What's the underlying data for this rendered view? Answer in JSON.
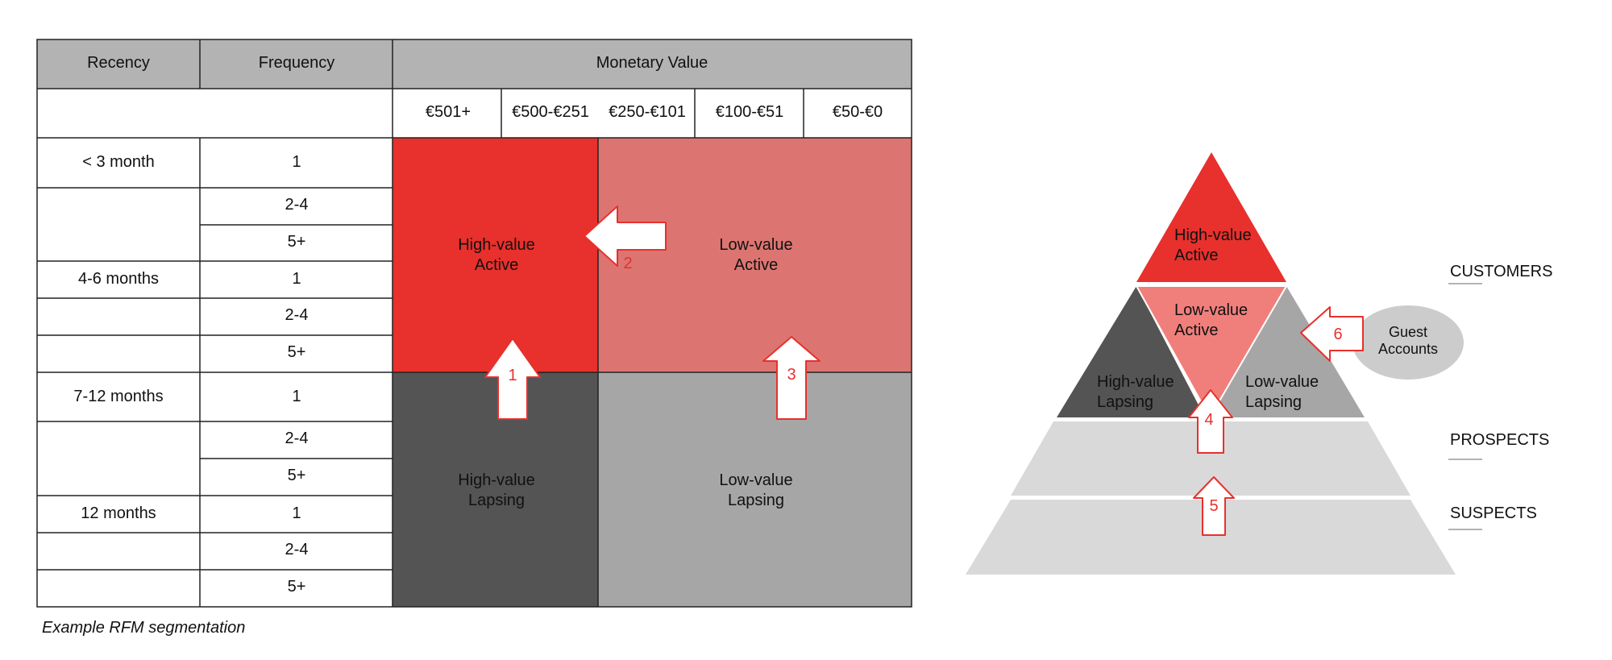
{
  "table": {
    "headers": {
      "recency": "Recency",
      "frequency": "Frequency",
      "monetary": "Monetary Value"
    },
    "monetary_buckets": [
      "€501+",
      "€500-€251",
      "€250-€101",
      "€100-€51",
      "€50-€0"
    ],
    "recency_groups": [
      "< 3 month",
      "4-6 months",
      "7-12 months",
      "12 months"
    ],
    "frequency_values": [
      "1",
      "2-4",
      "5+"
    ]
  },
  "segments": {
    "high_active": [
      "High-value",
      "Active"
    ],
    "low_active": [
      "Low-value",
      "Active"
    ],
    "high_lapsing": [
      "High-value",
      "Lapsing"
    ],
    "low_lapsing": [
      "Low-value",
      "Lapsing"
    ]
  },
  "arrows": [
    "1",
    "2",
    "3",
    "4",
    "5",
    "6"
  ],
  "pyramid": {
    "top": [
      "High-value",
      "Active"
    ],
    "middle": [
      "Low-value",
      "Active"
    ],
    "left": [
      "High-value",
      "Lapsing"
    ],
    "right": [
      "Low-value",
      "Lapsing"
    ],
    "guest": [
      "Guest",
      "Accounts"
    ],
    "tiers": [
      "CUSTOMERS",
      "PROSPECTS",
      "SUSPECTS"
    ]
  },
  "caption": "Example RFM segmentation",
  "colors": {
    "header_gray": "#b3b3b3",
    "high_active": "#e8302c",
    "low_active": "#dc7571",
    "high_lapsing": "#545454",
    "low_lapsing": "#a6a6a6",
    "pyramid_middle": "#f07f7c",
    "tier_gray": "#d9d9d9",
    "guest_gray": "#cccccc",
    "arrow_stroke": "#e8302c"
  }
}
